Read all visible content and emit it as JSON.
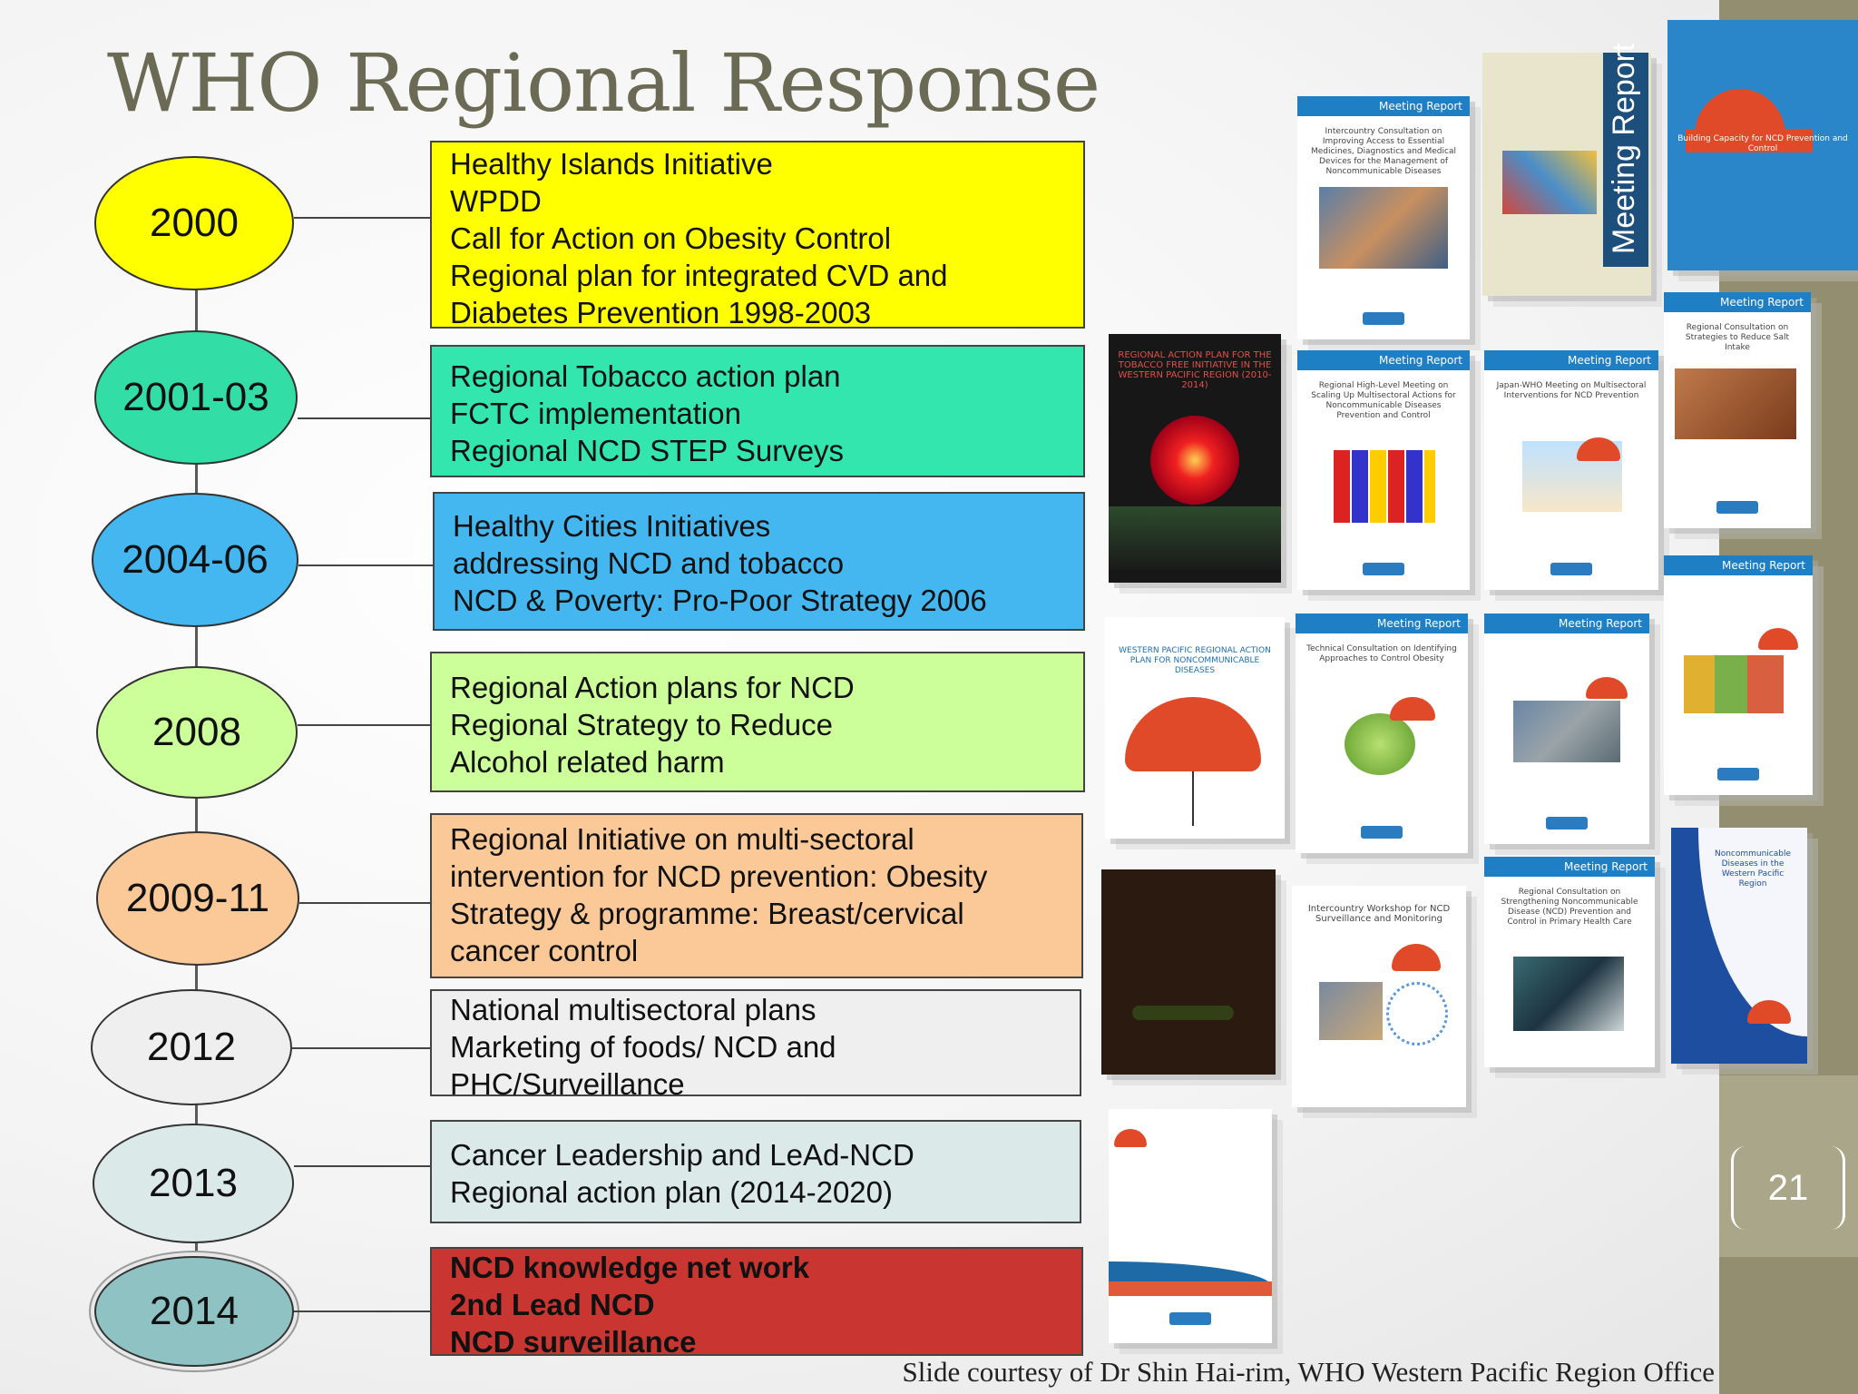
{
  "slide": {
    "title": "WHO Regional Response",
    "page_number": "21",
    "credit": "Slide courtesy of Dr Shin Hai-rim, WHO Western Pacific Region Office"
  },
  "timeline": [
    {
      "year": "2000",
      "color": "#ffff00",
      "box_color": "#ffff00",
      "lines": [
        "Healthy Islands Initiative",
        "WPDD",
        "Call for Action on Obesity Control",
        "Regional plan for integrated CVD and",
        "Diabetes Prevention 1998-2003"
      ]
    },
    {
      "year": "2001-03",
      "color": "#33dda6",
      "box_color": "#33e6ad",
      "lines": [
        "Regional Tobacco action plan",
        "FCTC implementation",
        "Regional NCD STEP Surveys"
      ]
    },
    {
      "year": "2004-06",
      "color": "#45b7f0",
      "box_color": "#45b7f0",
      "lines": [
        "Healthy Cities Initiatives",
        "addressing NCD and tobacco",
        "NCD & Poverty: Pro-Poor Strategy 2006"
      ]
    },
    {
      "year": "2008",
      "color": "#ccff99",
      "box_color": "#ccff99",
      "lines": [
        "Regional Action plans for NCD",
        "Regional Strategy to Reduce",
        "Alcohol related harm"
      ]
    },
    {
      "year": "2009-11",
      "color": "#fbc997",
      "box_color": "#fbc997",
      "lines": [
        "Regional Initiative on multi-sectoral",
        "intervention for NCD prevention: Obesity",
        "Strategy & programme:  Breast/cervical",
        "cancer control"
      ]
    },
    {
      "year": "2012",
      "color": "#efefef",
      "box_color": "#efefef",
      "lines": [
        "National multisectoral plans",
        "Marketing of foods/ NCD and",
        "PHC/Surveillance"
      ]
    },
    {
      "year": "2013",
      "color": "#dbe9e9",
      "box_color": "#dbe9e9",
      "lines": [
        "Cancer Leadership and LeAd-NCD",
        "Regional action plan (2014-2020)"
      ]
    },
    {
      "year": "2014",
      "color": "#8fc2c2",
      "box_color": "#c93632",
      "lines": [
        "NCD knowledge net work",
        "2nd Lead NCD",
        "NCD surveillance"
      ]
    }
  ],
  "covers": {
    "meeting_report_label": "Meeting Report",
    "tobacco_title": "REGIONAL ACTION PLAN FOR THE TOBACCO FREE INITIATIVE IN THE WESTERN PACIFIC REGION (2010-2014)",
    "ncd_plan_title": "WESTERN PACIFIC REGIONAL ACTION PLAN FOR NONCOMMUNICABLE DISEASES",
    "capacity_title": "Building Capacity for NCD Prevention and Control",
    "salt_title": "Regional Consultation on Strategies to Reduce Salt Intake",
    "obesity_title": "Technical Consultation on Identifying Approaches to Control Obesity",
    "surveillance_title": "Intercountry Workshop for NCD Surveillance and Monitoring",
    "medicines_title": "Intercountry Consultation on Improving Access to Essential Medicines, Diagnostics and Medical Devices for the Management of Noncommunicable Diseases",
    "scaling_title": "Regional High-Level Meeting on Scaling Up Multisectoral Actions for Noncommunicable Diseases Prevention and Control",
    "japan_title": "Japan-WHO Meeting on Multisectoral Interventions for NCD Prevention",
    "wpr_title": "Noncommunicable Diseases in the Western Pacific Region",
    "primary_care_title": "Regional Consultation on Strengthening Noncommunicable Disease (NCD) Prevention and Control in Primary Health Care"
  }
}
